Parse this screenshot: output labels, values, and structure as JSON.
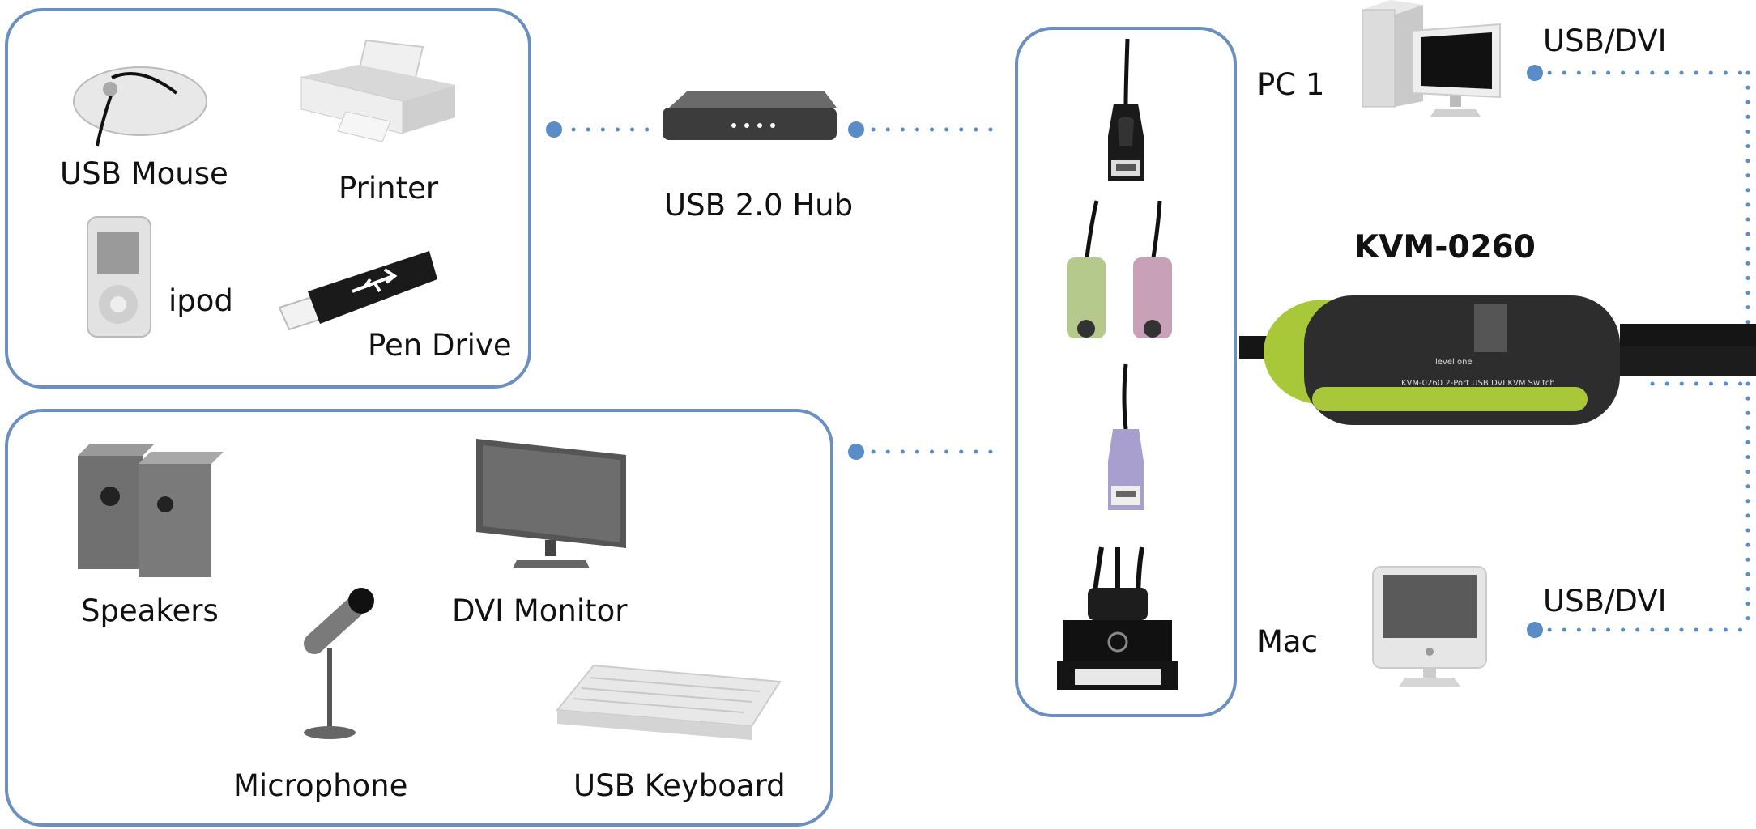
{
  "devices": {
    "usb_mouse": "USB Mouse",
    "printer": "Printer",
    "ipod": "ipod",
    "pen_drive": "Pen Drive",
    "usb_hub": "USB 2.0 Hub",
    "speakers": "Speakers",
    "dvi_monitor": "DVI Monitor",
    "microphone": "Microphone",
    "usb_keyboard": "USB Keyboard",
    "pc1": "PC 1",
    "mac": "Mac"
  },
  "connections": {
    "pc1_link": "USB/DVI",
    "mac_link": "USB/DVI"
  },
  "switch": {
    "model": "KVM-0260",
    "body_text": "KVM-0260  2-Port USB DVI KVM Switch",
    "logo_text": "level one"
  },
  "colors": {
    "panel_border": "#6b8fbf",
    "connector_dots": "#5a8cc8",
    "switch_accent": "#a8c83a"
  }
}
